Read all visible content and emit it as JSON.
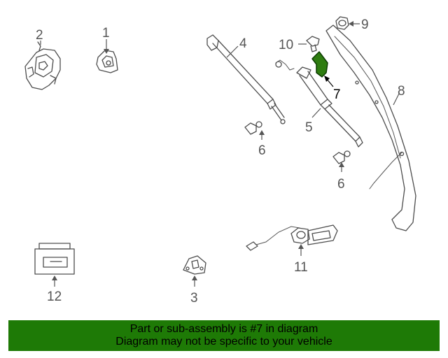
{
  "callouts": {
    "p1": "1",
    "p2": "2",
    "p3": "3",
    "p4": "4",
    "p5": "5",
    "p6a": "6",
    "p6b": "6",
    "p7": "7",
    "p8": "8",
    "p9": "9",
    "p10": "10",
    "p11": "11",
    "p12": "12"
  },
  "highlight": {
    "part": "7",
    "color": "#2e7d10"
  },
  "banner": {
    "line1": "Part or sub-assembly is #7 in diagram",
    "line2": "Diagram may not be specific to your vehicle",
    "background": "#1e7a06"
  }
}
